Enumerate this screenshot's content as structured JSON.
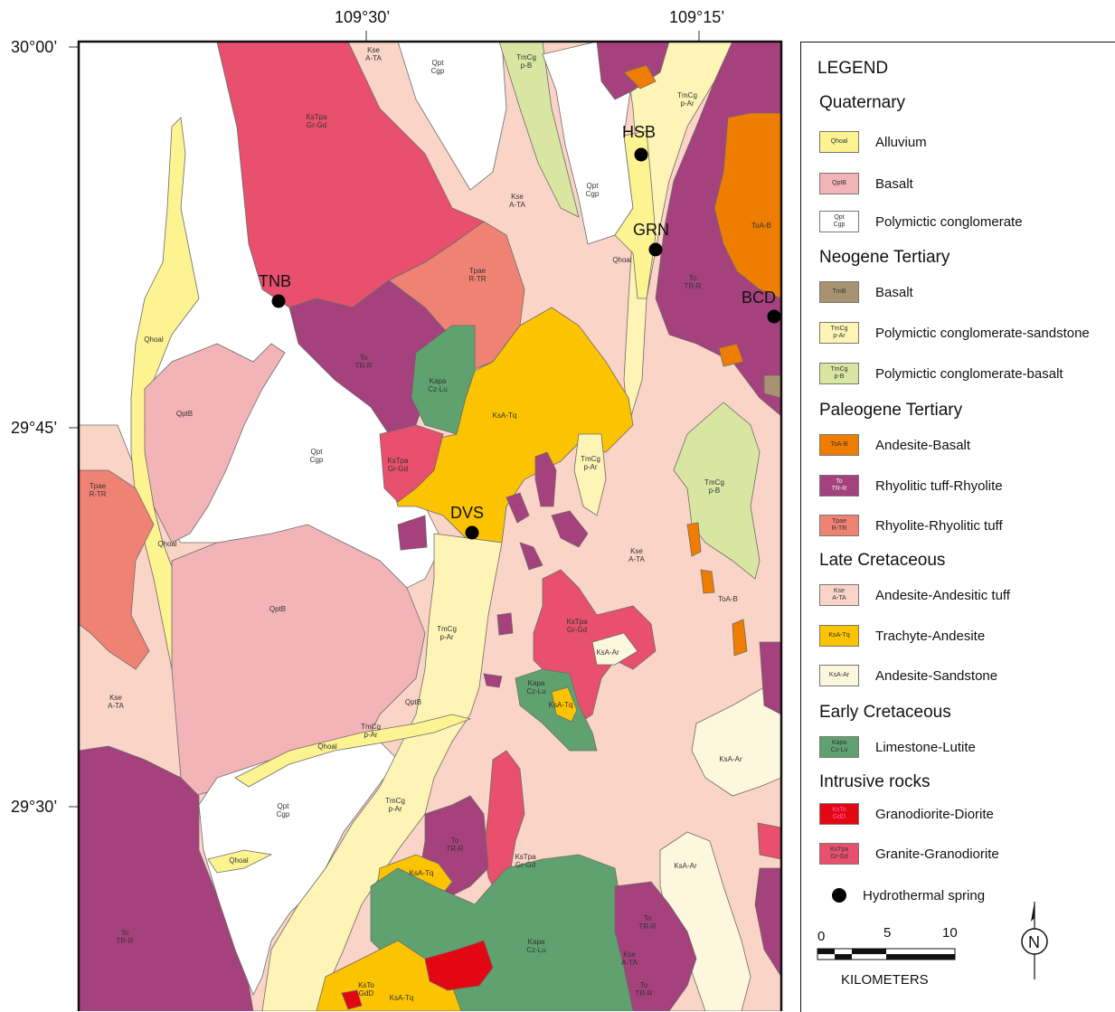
{
  "coords": {
    "lon_left": "109°30’",
    "lon_right": "109°15’",
    "lat_top": "30°00’",
    "lat_mid": "29°45’",
    "lat_bottom": "29°30’"
  },
  "springs": [
    {
      "name": "HSB"
    },
    {
      "name": "GRN"
    },
    {
      "name": "TNB"
    },
    {
      "name": "BCD"
    },
    {
      "name": "DVS"
    }
  ],
  "legend": {
    "title": "LEGEND",
    "sections": [
      {
        "title": "Quaternary",
        "items": [
          {
            "code": [
              "Qhoal"
            ],
            "label": "Alluvium",
            "color": "#fdf391"
          },
          {
            "code": [
              "QptB"
            ],
            "label": "Basalt",
            "color": "#f3b4b8"
          },
          {
            "code": [
              "Qpt",
              "Cgp"
            ],
            "label": "Polymictic conglomerate",
            "color": "#ffffff"
          }
        ]
      },
      {
        "title": "Neogene Tertiary",
        "items": [
          {
            "code": [
              "TmB"
            ],
            "label": "Basalt",
            "color": "#a89271"
          },
          {
            "code": [
              "TmCg",
              "p-Ar"
            ],
            "label": "Polymictic conglomerate-sandstone",
            "color": "#fdf4b5"
          },
          {
            "code": [
              "TmCg",
              "p-B"
            ],
            "label": "Polymictic conglomerate-basalt",
            "color": "#d9e6a1"
          }
        ]
      },
      {
        "title": "Paleogene Tertiary",
        "items": [
          {
            "code": [
              "ToA-B"
            ],
            "label": "Andesite-Basalt",
            "color": "#ef7d00"
          },
          {
            "code": [
              "To",
              "TR-R"
            ],
            "label": "Rhyolitic tuff-Rhyolite",
            "color": "#a5417d"
          },
          {
            "code": [
              "Tpae",
              "R-TR"
            ],
            "label": "Rhyolite-Rhyolitic tuff",
            "color": "#f08274"
          }
        ]
      },
      {
        "title": "Late Cretaceous",
        "items": [
          {
            "code": [
              "Kse",
              "A-TA"
            ],
            "label": "Andesite-Andesitic tuff",
            "color": "#fad4c6"
          },
          {
            "code": [
              "KsA-Tq"
            ],
            "label": "Trachyte-Andesite",
            "color": "#fcc300"
          },
          {
            "code": [
              "KsA-Ar"
            ],
            "label": "Andesite-Sandstone",
            "color": "#fdf7dd"
          }
        ]
      },
      {
        "title": "Early Cretaceous",
        "items": [
          {
            "code": [
              "Kapa",
              "Cz-Lu"
            ],
            "label": "Limestone-Lutite",
            "color": "#5fa26f"
          }
        ]
      },
      {
        "title": "Intrusive rocks",
        "items": [
          {
            "code": [
              "KsTo",
              "GdD"
            ],
            "label": "Granodiorite-Diorite",
            "color": "#e30613"
          },
          {
            "code": [
              "KsTpa",
              "Gr-Gd"
            ],
            "label": "Granite-Granodiorite",
            "color": "#e8506d"
          }
        ]
      }
    ],
    "spring_label": "Hydrothermal spring"
  },
  "scale": {
    "ticks": [
      "0",
      "5",
      "10"
    ],
    "unit": "KILOMETERS"
  },
  "north_label": "N"
}
